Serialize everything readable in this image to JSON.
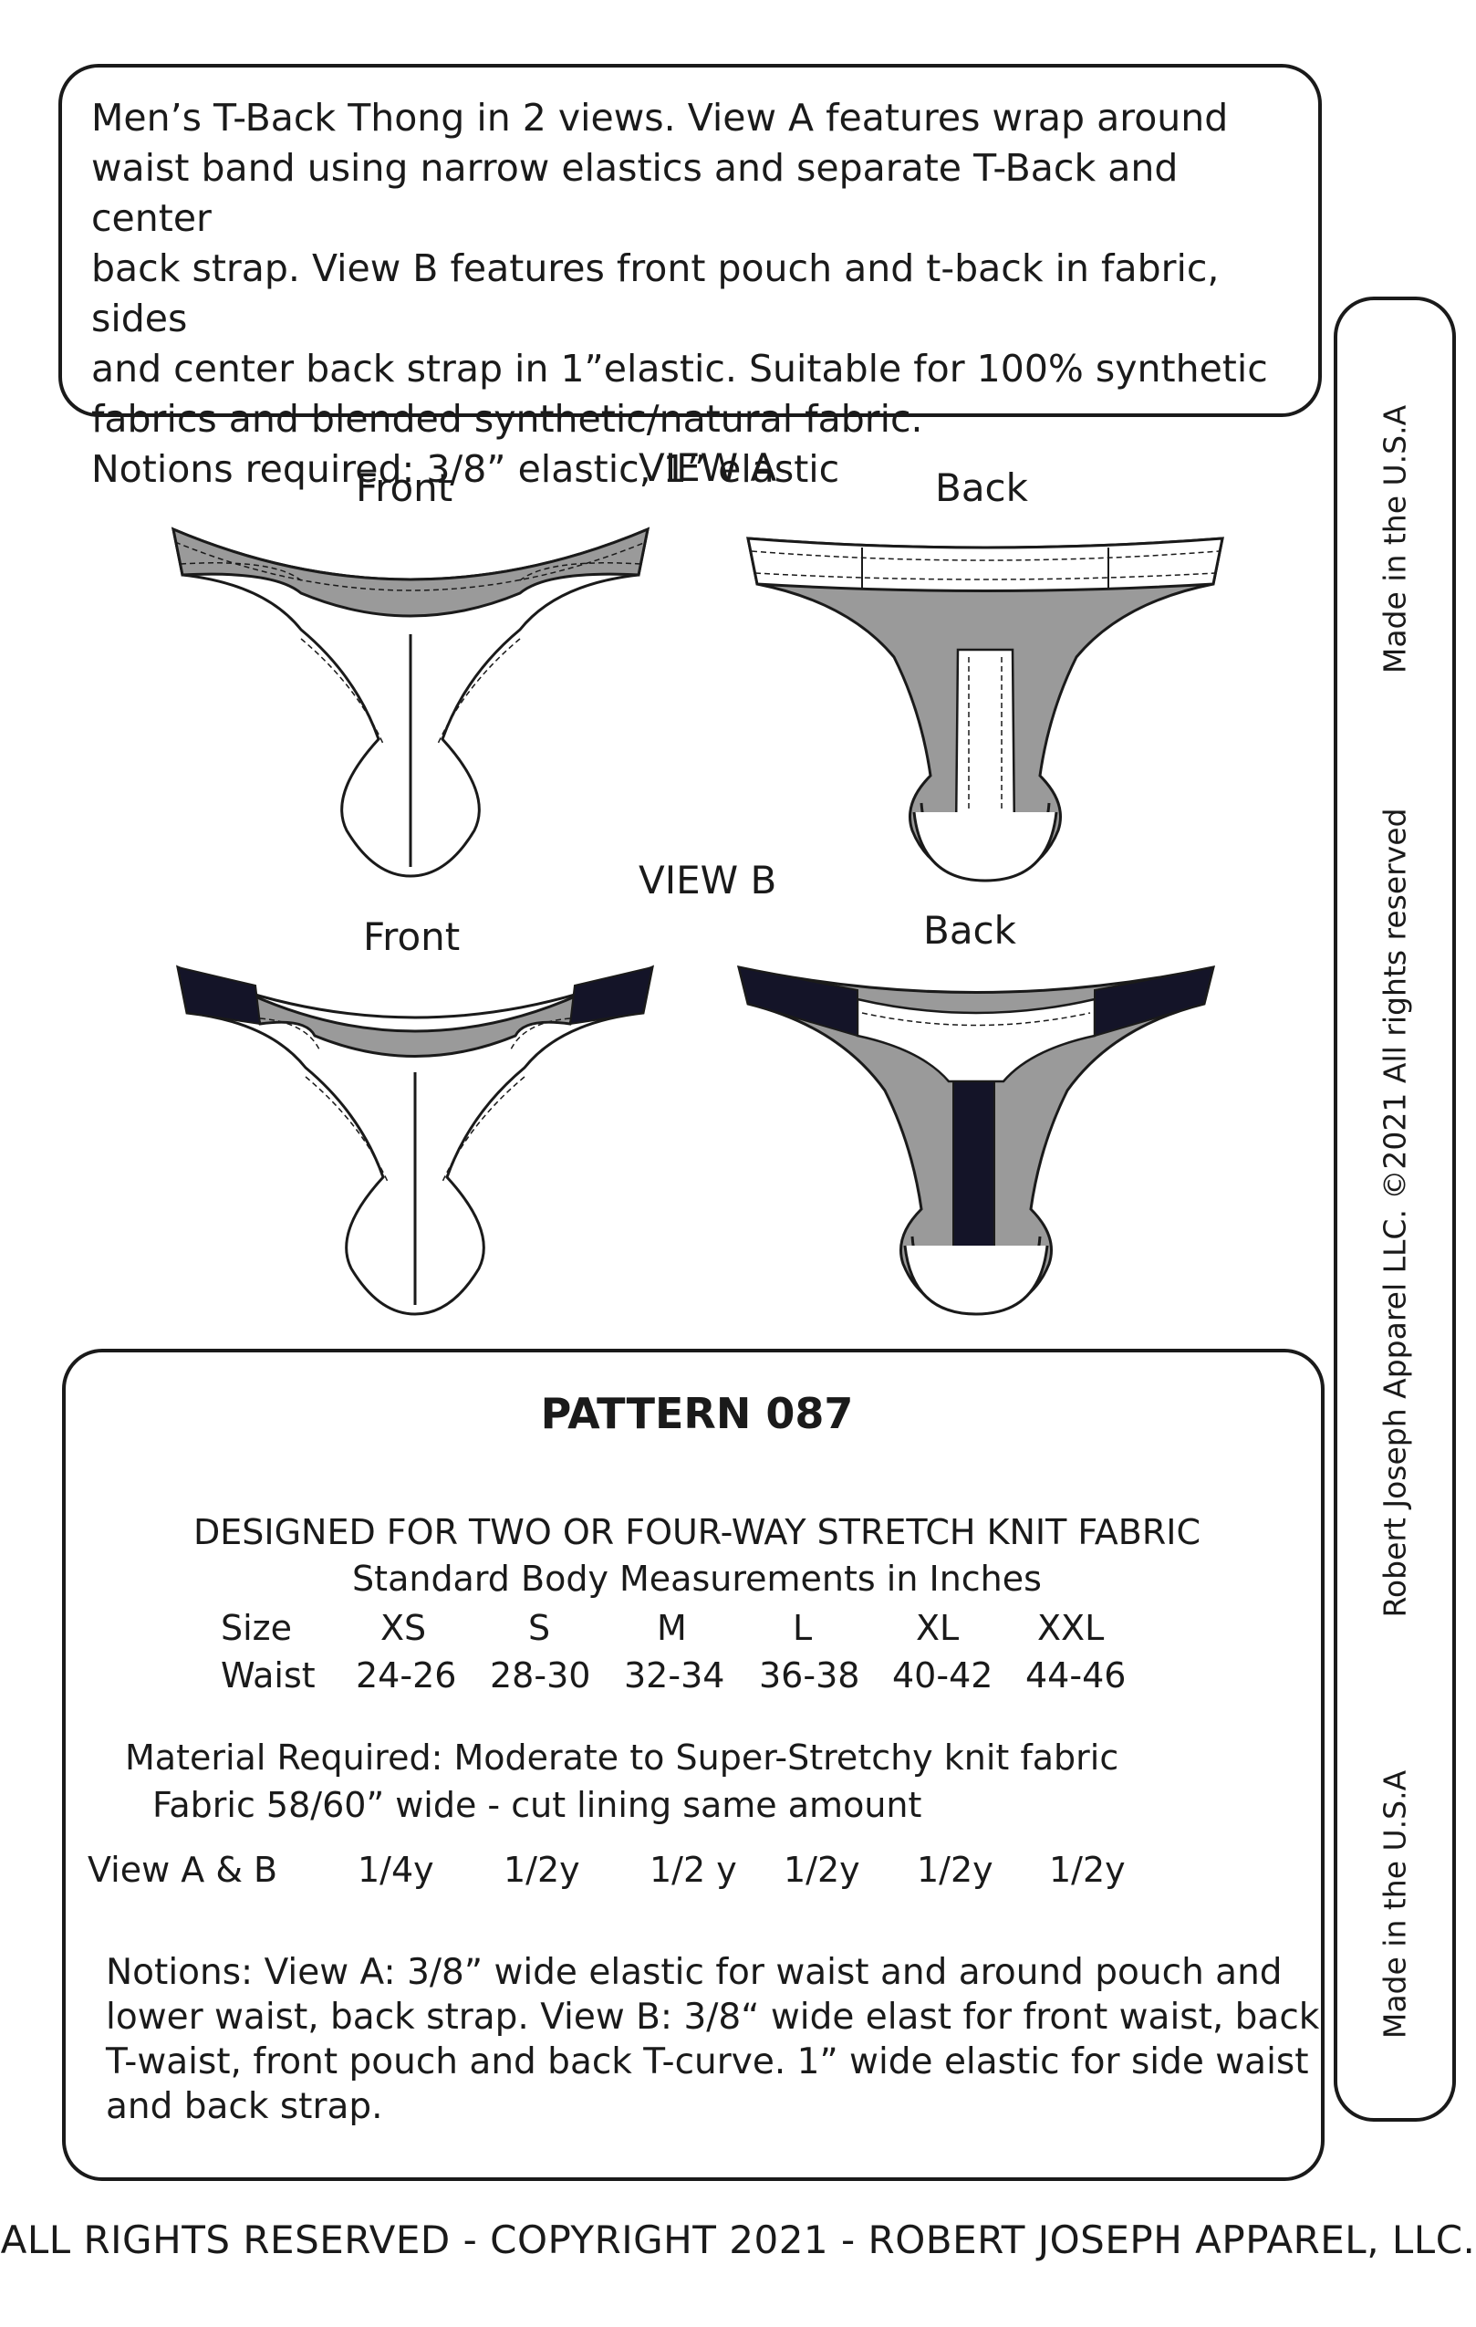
{
  "description": {
    "lines": [
      "Men’s T-Back Thong in 2 views. View A features wrap around",
      "waist band using narrow elastics and separate T-Back and center",
      "back strap. View B features front pouch and t-back in fabric, sides",
      "and center back strap in 1”elastic. Suitable for 100% synthetic",
      "fabrics and blended synthetic/natural fabric.",
      "Notions required: 3/8” elastic, 1” elastic"
    ]
  },
  "sidebar": {
    "made_in_top": "Made in the U.S.A",
    "copyright": "Robert Joseph Apparel LLC. ©2021 All rights reserved",
    "made_in_bottom": "Made in the U.S.A"
  },
  "views": {
    "a": {
      "title": "VIEW A",
      "front_label": "Front",
      "back_label": "Back"
    },
    "b": {
      "title": "VIEW B",
      "front_label": "Front",
      "back_label": "Back"
    }
  },
  "pattern": {
    "title": "PATTERN 087",
    "designed_for": "DESIGNED FOR TWO OR FOUR-WAY STRETCH KNIT FABRIC",
    "measurements_heading": "Standard Body Measurements in Inches",
    "size_label": "Size",
    "waist_label": "Waist",
    "sizes": [
      "XS",
      "S",
      "M",
      "L",
      "XL",
      "XXL"
    ],
    "waists": [
      "24-26",
      "28-30",
      "32-34",
      "36-38",
      "40-42",
      "44-46"
    ],
    "material_required": "Material Required: Moderate to Super-Stretchy knit fabric",
    "fabric_width": "Fabric 58/60” wide - cut lining same amount",
    "yardage_label": "View A & B",
    "yardage": [
      "1/4y",
      "1/2y",
      "1/2 y",
      "1/2y",
      "1/2y",
      "1/2y"
    ],
    "notions_lines": [
      "Notions: View A: 3/8” wide elastic for waist and around pouch and",
      "lower waist, back strap. View B: 3/8“ wide elast for front waist, back",
      "T-waist, front pouch and back T-curve. 1” wide elastic for side waist",
      "and back strap."
    ]
  },
  "footer": "ALL RIGHTS RESERVED - COPYRIGHT 2021 - ROBERT JOSEPH APPAREL, LLC.",
  "colors": {
    "ink": "#1a1a1a",
    "fabric_gray": "#9a9a9a",
    "elastic_black": "#141428"
  }
}
